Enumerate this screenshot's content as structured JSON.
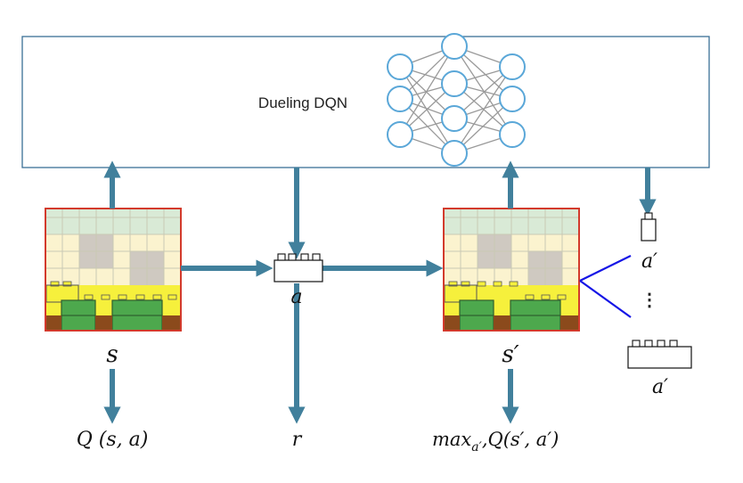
{
  "model": {
    "label": "Dueling DQN"
  },
  "state": {
    "label": "s"
  },
  "action": {
    "label": "a"
  },
  "next_state": {
    "label": "s′"
  },
  "candidate_actions": {
    "top_label": "a′",
    "ellipsis": "⋮",
    "bottom_label": "a′"
  },
  "outputs": {
    "q_value": "Q (s, a)",
    "reward": "r",
    "max_q": "Q(s′, a′)",
    "max_prefix": "max",
    "max_subscript": "a′",
    "max_comma": ","
  },
  "colors": {
    "arrow": "#41809c",
    "box_border": "#3a6f96",
    "node_stroke": "#5aa7d8",
    "grid_border": "#d33a2c",
    "grid_fill_light": "#d9ead6",
    "grid_fill_cream": "#fbf3cf",
    "grid_fill_gray": "#cfc9c1",
    "yellow": "#f6f03c",
    "green": "#4da84d",
    "brown": "#8b4a1c",
    "branch": "#1515e6"
  }
}
